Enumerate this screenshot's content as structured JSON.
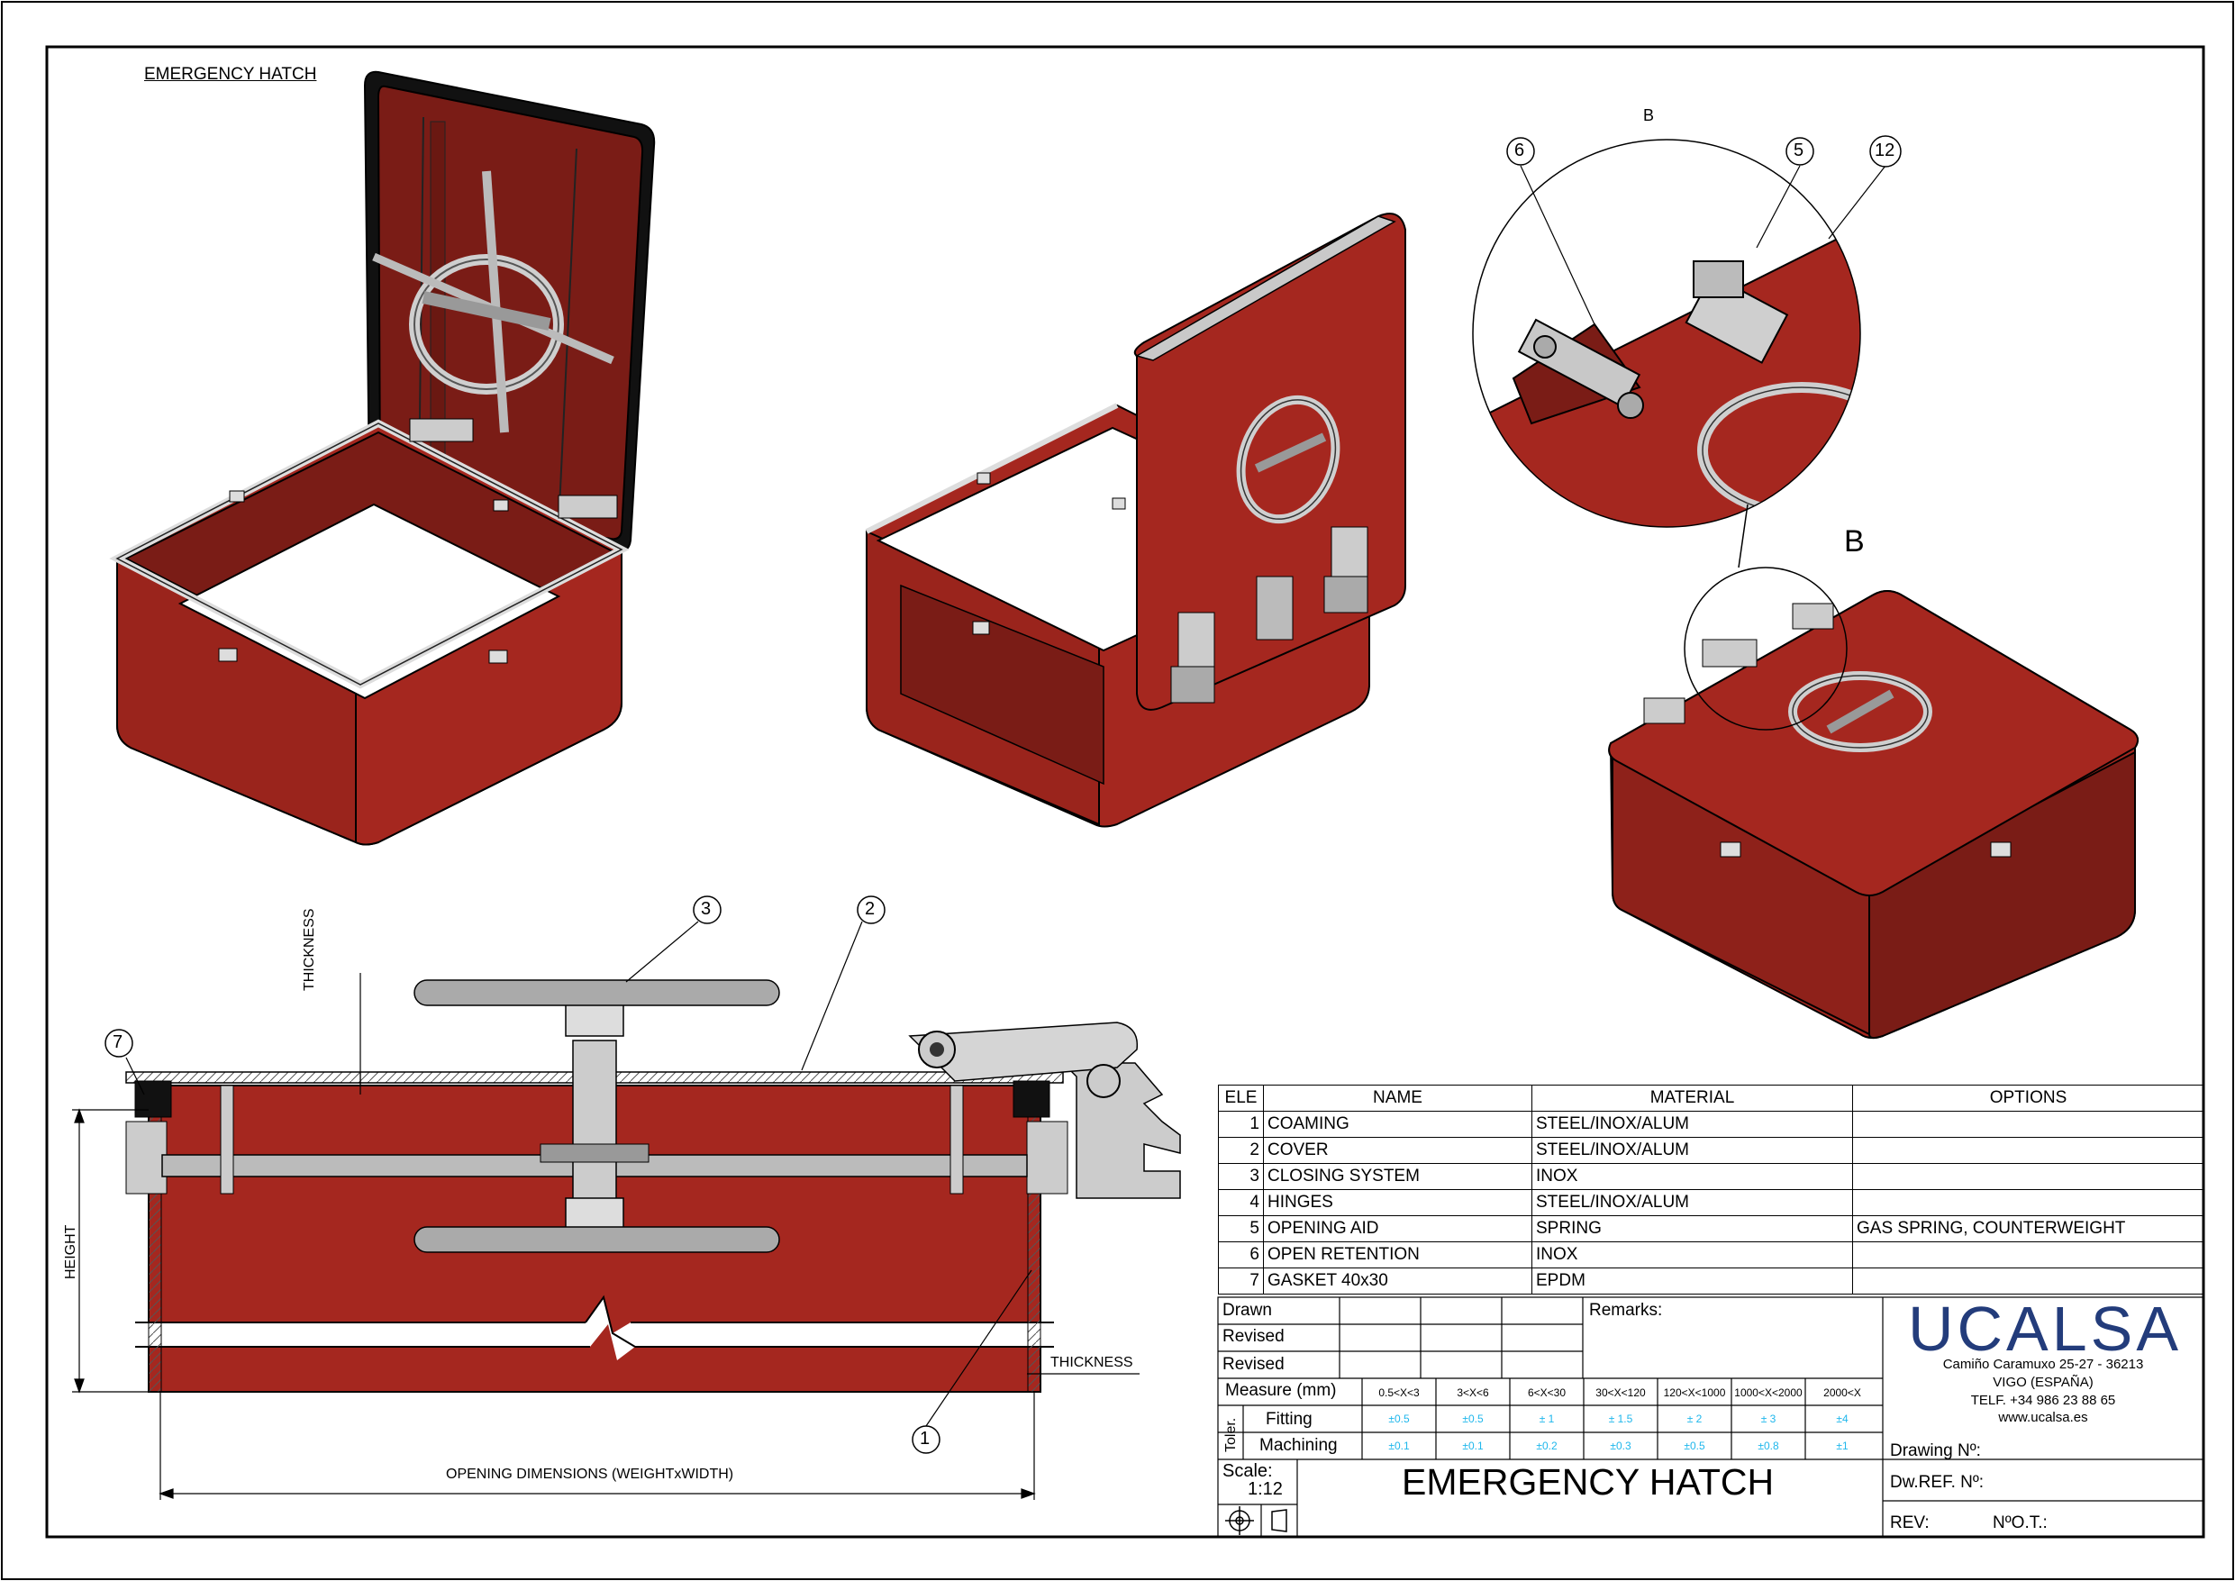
{
  "sheet_title": "EMERGENCY HATCH",
  "detail_label": "B",
  "detail_label_small": "B",
  "balloons": [
    "6",
    "5",
    "12",
    "3",
    "2",
    "7",
    "1"
  ],
  "dimensions": {
    "thickness_top": "THICKNESS",
    "thickness_right": "THICKNESS",
    "height": "HEIGHT",
    "opening": "OPENING DIMENSIONS (WEIGHTxWIDTH)"
  },
  "bom": {
    "headers": [
      "ELE",
      "NAME",
      "MATERIAL",
      "OPTIONS"
    ],
    "rows": [
      {
        "ele": "1",
        "name": "COAMING",
        "material": "STEEL/INOX/ALUM",
        "options": ""
      },
      {
        "ele": "2",
        "name": "COVER",
        "material": "STEEL/INOX/ALUM",
        "options": ""
      },
      {
        "ele": "3",
        "name": "CLOSING SYSTEM",
        "material": " INOX",
        "options": ""
      },
      {
        "ele": "4",
        "name": "HINGES",
        "material": "STEEL/INOX/ALUM",
        "options": ""
      },
      {
        "ele": "5",
        "name": "OPENING AID",
        "material": "SPRING",
        "options": "GAS SPRING, COUNTERWEIGHT"
      },
      {
        "ele": "6",
        "name": "OPEN RETENTION",
        "material": " INOX",
        "options": ""
      },
      {
        "ele": "7",
        "name": "GASKET 40x30",
        "material": "EPDM",
        "options": ""
      }
    ]
  },
  "title_block": {
    "drawn": "Drawn",
    "revised1": "Revised",
    "revised2": "Revised",
    "remarks": "Remarks:",
    "measure": "Measure (mm)",
    "toler": "Toler.",
    "fitting": "Fitting",
    "machining": "Machining",
    "ranges": [
      "0.5<X<3",
      "3<X<6",
      "6<X<30",
      "30<X<120",
      "120<X<1000",
      "1000<X<2000",
      "2000<X"
    ],
    "fitting_tol": [
      "±0.5",
      "±0.5",
      "± 1",
      "± 1.5",
      "± 2",
      "± 3",
      "±4"
    ],
    "machining_tol": [
      "±0.1",
      "±0.1",
      "±0.2",
      "±0.3",
      "±0.5",
      "±0.8",
      "±1"
    ],
    "scale_label": "Scale:",
    "scale_value": "1:12",
    "title": "EMERGENCY HATCH",
    "drawing_no": "Drawing Nº:",
    "dw_ref": "Dw.REF. Nº:",
    "rev": "REV:",
    "ot": "NºO.T.:"
  },
  "company": {
    "logo": "UCALSA",
    "address": "Camiño Caramuxo 25-27 - 36213",
    "city": "VIGO (ESPAÑA)",
    "phone": "TELF. +34 986 23 88 65",
    "web": "www.ucalsa.es",
    "logo_color": "#233c7b"
  },
  "colors": {
    "red": "#a5271f",
    "red_dark": "#7a1c16",
    "steel": "#c8c8c8"
  }
}
